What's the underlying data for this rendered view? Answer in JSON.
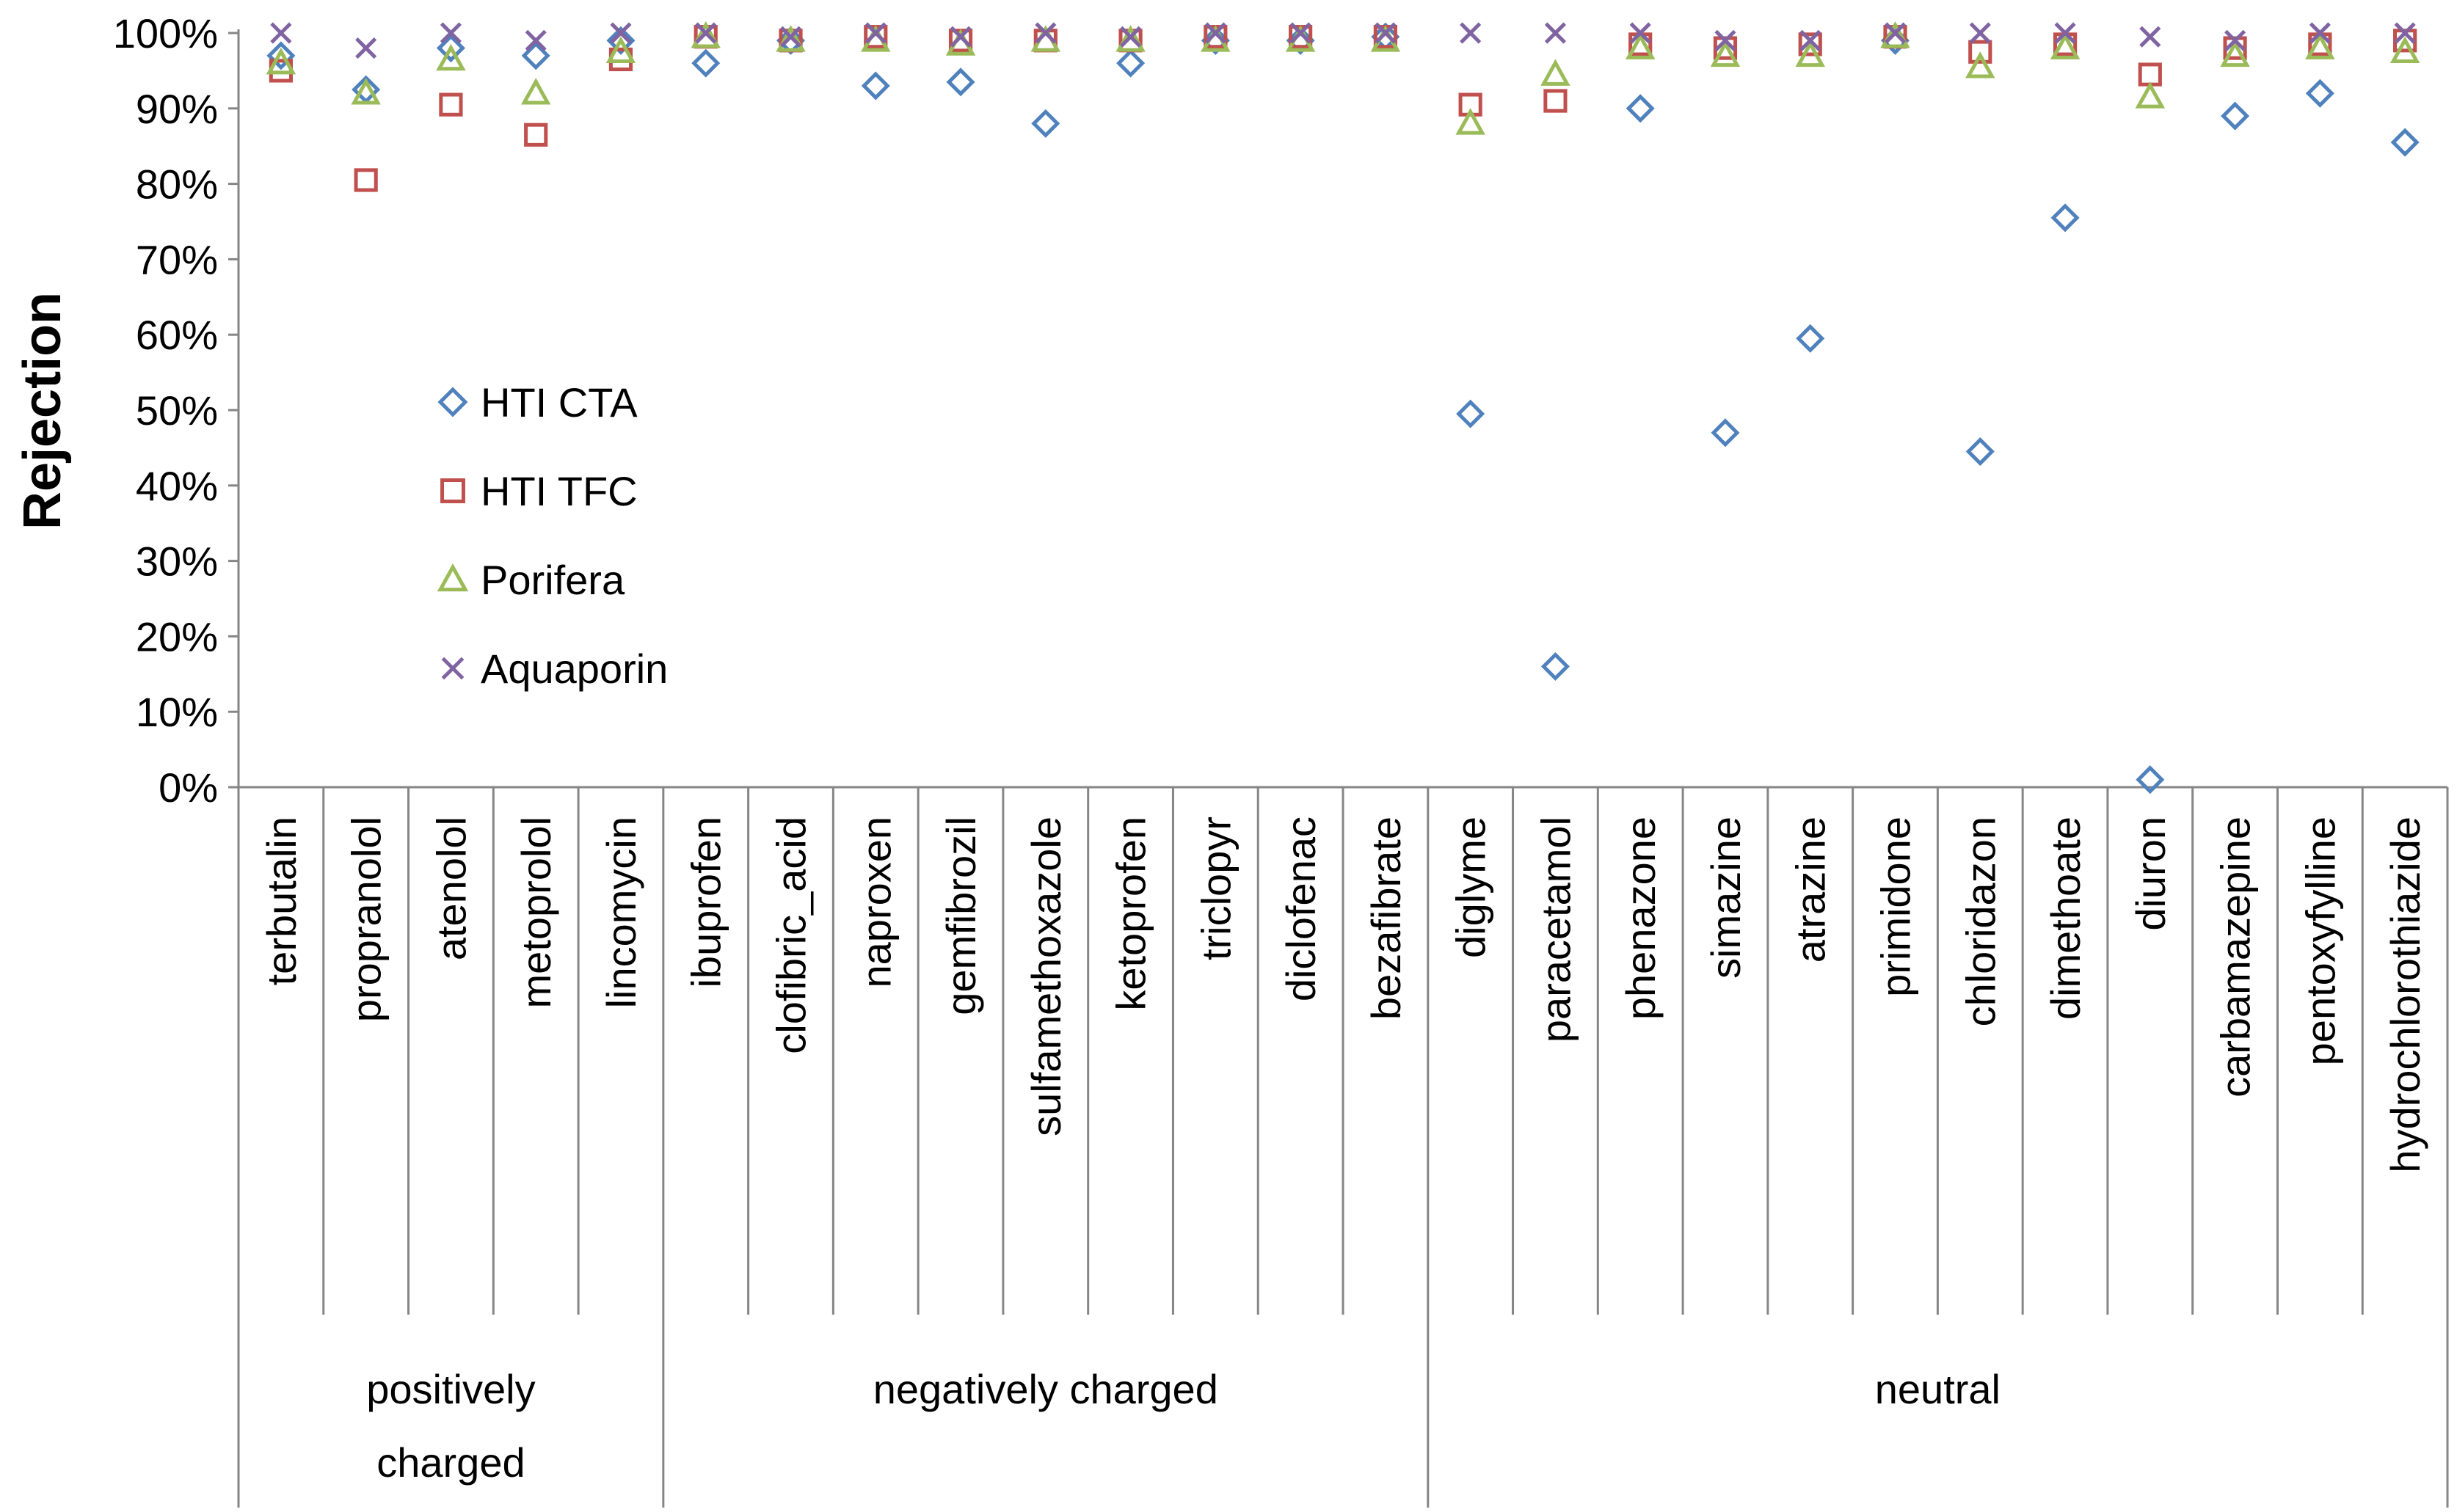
{
  "chart_data": {
    "type": "scatter",
    "ylabel": "Rejection",
    "ylim": [
      0,
      100
    ],
    "yticks": [
      "0%",
      "10%",
      "20%",
      "30%",
      "40%",
      "50%",
      "60%",
      "70%",
      "80%",
      "90%",
      "100%"
    ],
    "legend_position": "left, inside plot area",
    "categories": [
      "terbutalin",
      "propranolol",
      "atenolol",
      "metoprolol",
      "lincomycin",
      "ibuprofen",
      "clofibric_acid",
      "naproxen",
      "gemfibrozil",
      "sulfamethoxazole",
      "ketoprofen",
      "triclopyr",
      "diclofenac",
      "bezafibrate",
      "diglyme",
      "paracetamol",
      "phenazone",
      "simazine",
      "atrazine",
      "primidone",
      "chloridazon",
      "dimethoate",
      "diuron",
      "carbamazepine",
      "pentoxyfylline",
      "hydrochlorothiazide"
    ],
    "groups": [
      {
        "label_lines": [
          "positively",
          "charged"
        ],
        "count": 5
      },
      {
        "label_lines": [
          "negatively charged"
        ],
        "count": 9
      },
      {
        "label_lines": [
          "neutral"
        ],
        "count": 12
      }
    ],
    "series": [
      {
        "name": "HTI CTA",
        "marker": "diamond",
        "color": "#4F81BD",
        "values": [
          97,
          92.5,
          98,
          97,
          99,
          96,
          99,
          93,
          93.5,
          88,
          96,
          99,
          99,
          99.5,
          49.5,
          16,
          90,
          47,
          59.5,
          99,
          44.5,
          75.5,
          1,
          89,
          92,
          85.5
        ]
      },
      {
        "name": "HTI TFC",
        "marker": "square",
        "color": "#C0504D",
        "values": [
          95,
          80.5,
          90.5,
          86.5,
          96.5,
          99.5,
          99,
          99.5,
          99,
          99,
          99,
          99.5,
          99.5,
          99.5,
          90.5,
          91,
          98.5,
          98,
          98.5,
          99.5,
          97.5,
          98.5,
          94.5,
          98,
          98.5,
          99
        ]
      },
      {
        "name": "Porifera",
        "marker": "triangle",
        "color": "#9BBB59",
        "values": [
          96,
          92,
          96.5,
          92,
          97.5,
          99.5,
          99,
          99,
          98.5,
          99,
          99,
          99,
          99,
          99,
          88,
          94.5,
          98,
          97,
          97,
          99.5,
          95.5,
          98,
          91.5,
          97,
          98,
          97.5
        ]
      },
      {
        "name": "Aquaporin",
        "marker": "x",
        "color": "#8064A2",
        "values": [
          100,
          98,
          100,
          99,
          100,
          100,
          99.5,
          100,
          99.5,
          100,
          99.5,
          100,
          100,
          100,
          100,
          100,
          100,
          99,
          99,
          100,
          100,
          100,
          99.5,
          99,
          100,
          100
        ]
      }
    ]
  }
}
